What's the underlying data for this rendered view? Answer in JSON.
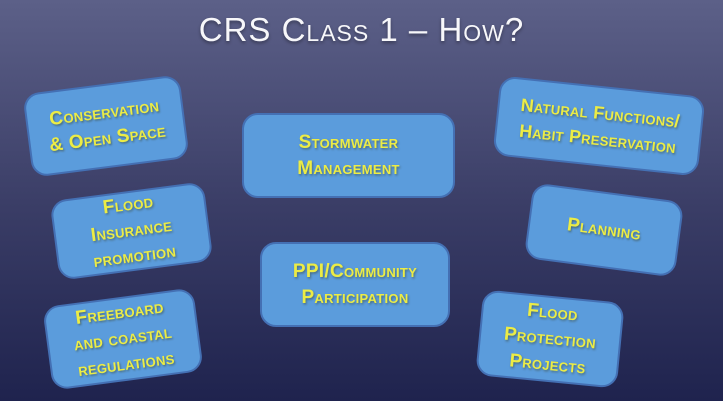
{
  "slide": {
    "title": "CRS Class 1 – How?",
    "boxes": [
      {
        "name": "conservation-open-space",
        "lines": [
          "Conservation",
          "& Open Space"
        ]
      },
      {
        "name": "flood-insurance-promotion",
        "lines": [
          "Flood",
          "Insurance",
          "promotion"
        ]
      },
      {
        "name": "freeboard-coastal-regulations",
        "lines": [
          "Freeboard",
          "and coastal",
          "regulations"
        ]
      },
      {
        "name": "stormwater-management",
        "lines": [
          "Stormwater",
          "Management"
        ]
      },
      {
        "name": "ppi-community-participation",
        "lines": [
          "PPI/Community",
          "Participation"
        ]
      },
      {
        "name": "natural-functions-habit-preservation",
        "lines": [
          "Natural Functions/",
          "Habit Preservation"
        ]
      },
      {
        "name": "planning",
        "lines": [
          "Planning"
        ]
      },
      {
        "name": "flood-protection-projects",
        "lines": [
          "Flood",
          "Protection",
          "Projects"
        ]
      }
    ],
    "colors": {
      "background_top": "#5c6088",
      "background_mid": "#3a3d66",
      "background_bottom": "#1f234e",
      "box_fill": "#5b9cdc",
      "box_border": "#4470b4",
      "box_text": "#ecec45",
      "title_text": "#f7f7fa"
    }
  }
}
